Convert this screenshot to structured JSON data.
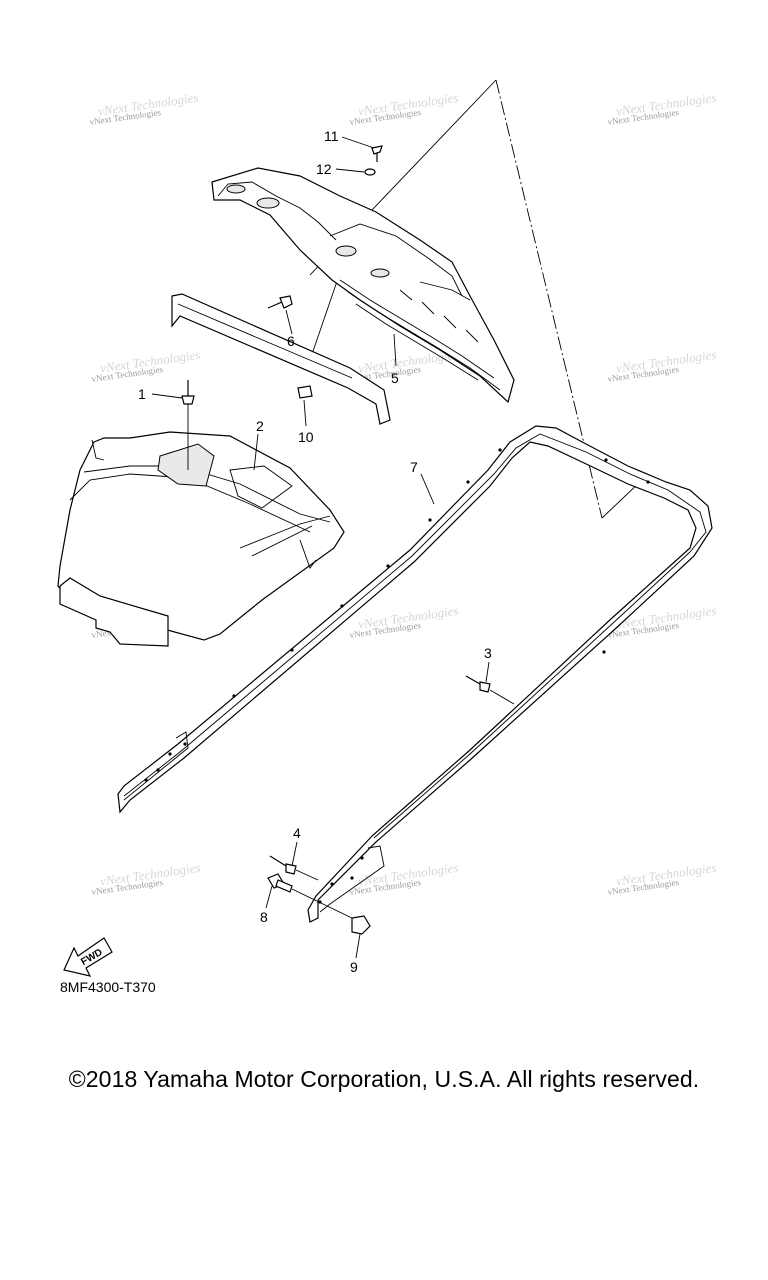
{
  "diagram": {
    "part_code": "8MF4300-T370",
    "fwd_label": "FWD",
    "callouts": [
      "1",
      "2",
      "3",
      "4",
      "5",
      "6",
      "7",
      "8",
      "9",
      "10",
      "11",
      "12"
    ],
    "watermark": "vNext Technologies"
  },
  "footer": {
    "copyright": "©2018 Yamaha Motor Corporation, U.S.A. All rights reserved."
  }
}
